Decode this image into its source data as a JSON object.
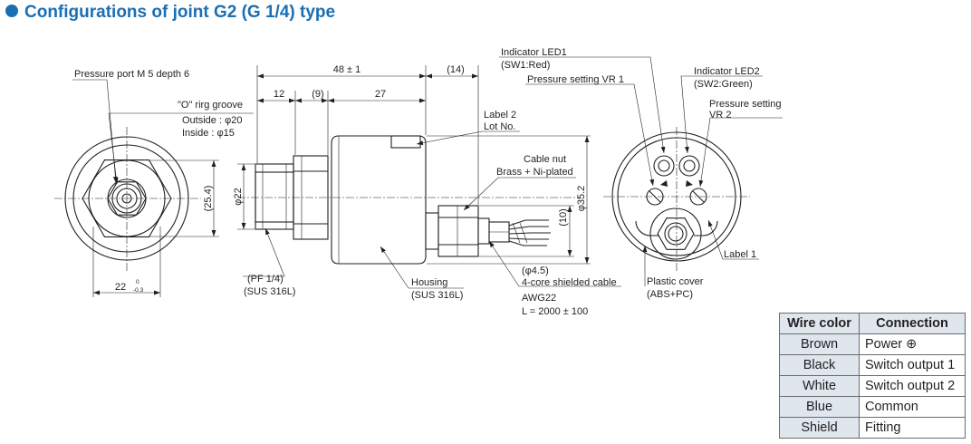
{
  "title": "Configurations of joint G2 (G 1/4) type",
  "labels": {
    "pressure_port": "Pressure port M 5 depth 6",
    "o_ring_1": "\"O\" rirg groove",
    "o_ring_2": "Outside : φ20",
    "o_ring_3": "Inside : φ15",
    "dim_254": "(25.4)",
    "dim_22": "22",
    "dim_22_tol_top": "0",
    "dim_22_tol_bottom": "-0.3",
    "dim_48": "48 ± 1",
    "dim_14": "(14)",
    "dim_12": "12",
    "dim_9": "(9)",
    "dim_27": "27",
    "dim_phi22": "φ22",
    "dim_phi352": "φ35.2",
    "dim_10": "(10)",
    "label2_1": "Label 2",
    "label2_2": "Lot No.",
    "cable_nut_1": "Cable nut",
    "cable_nut_2": "Brass + Ni-plated",
    "pf_1": "(PF 1/4)",
    "pf_2": "(SUS 316L)",
    "housing_1": "Housing",
    "housing_2": "(SUS 316L)",
    "cable_1": "(φ4.5)",
    "cable_2": "4-core shielded cable",
    "cable_3": "AWG22",
    "cable_4": "L = 2000 ± 100",
    "led1_1": "Indicator LED1",
    "led1_2": "(SW1:Red)",
    "vr1": "Pressure setting VR 1",
    "led2_1": "Indicator LED2",
    "led2_2": "(SW2:Green)",
    "vr2_1": "Pressure setting",
    "vr2_2": "VR 2",
    "label1": "Label 1",
    "cover_1": "Plastic cover",
    "cover_2": "(ABS+PC)"
  },
  "wire_table": {
    "headers": [
      "Wire color",
      "Connection"
    ],
    "rows": [
      {
        "color": "Brown",
        "connection": "Power ⊕"
      },
      {
        "color": "Black",
        "connection": "Switch output 1"
      },
      {
        "color": "White",
        "connection": "Switch output 2"
      },
      {
        "color": "Blue",
        "connection": "Common"
      },
      {
        "color": "Shield",
        "connection": "Fitting"
      }
    ]
  }
}
